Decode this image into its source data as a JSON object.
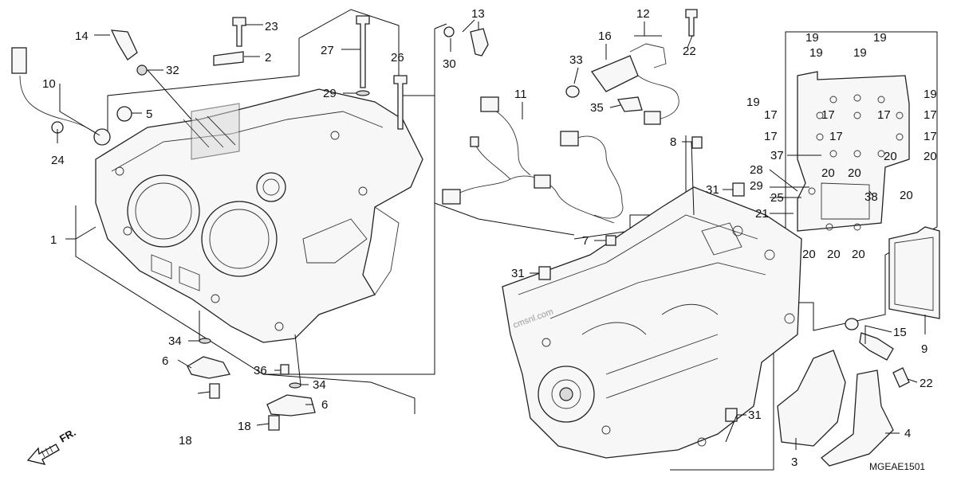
{
  "diagram": {
    "code": "MGEAE1501",
    "front_arrow_label": "FR.",
    "watermark": "cmsnl.com",
    "callouts": {
      "c1": "1",
      "c2": "2",
      "c3": "3",
      "c4": "4",
      "c5": "5",
      "c6a": "6",
      "c6b": "6",
      "c7": "7",
      "c8": "8",
      "c9": "9",
      "c10": "10",
      "c11": "11",
      "c12": "12",
      "c13": "13",
      "c14": "14",
      "c15": "15",
      "c16": "16",
      "c17a": "17",
      "c17b": "17",
      "c17c": "17",
      "c17d": "17",
      "c17e": "17",
      "c17f": "17",
      "c17g": "17",
      "c18a": "18",
      "c18b": "18",
      "c19a": "19",
      "c19b": "19",
      "c19c": "19",
      "c19d": "19",
      "c19e": "19",
      "c19f": "19",
      "c20a": "20",
      "c20b": "20",
      "c20c": "20",
      "c20d": "20",
      "c20e": "20",
      "c20f": "20",
      "c20g": "20",
      "c20h": "20",
      "c21": "21",
      "c22a": "22",
      "c22b": "22",
      "c23": "23",
      "c24": "24",
      "c25": "25",
      "c26": "26",
      "c27": "27",
      "c28": "28",
      "c29a": "29",
      "c29b": "29",
      "c30": "30",
      "c31a": "31",
      "c31b": "31",
      "c31c": "31",
      "c32": "32",
      "c33": "33",
      "c34a": "34",
      "c34b": "34",
      "c35": "35",
      "c36": "36",
      "c37": "37",
      "c38": "38"
    }
  }
}
